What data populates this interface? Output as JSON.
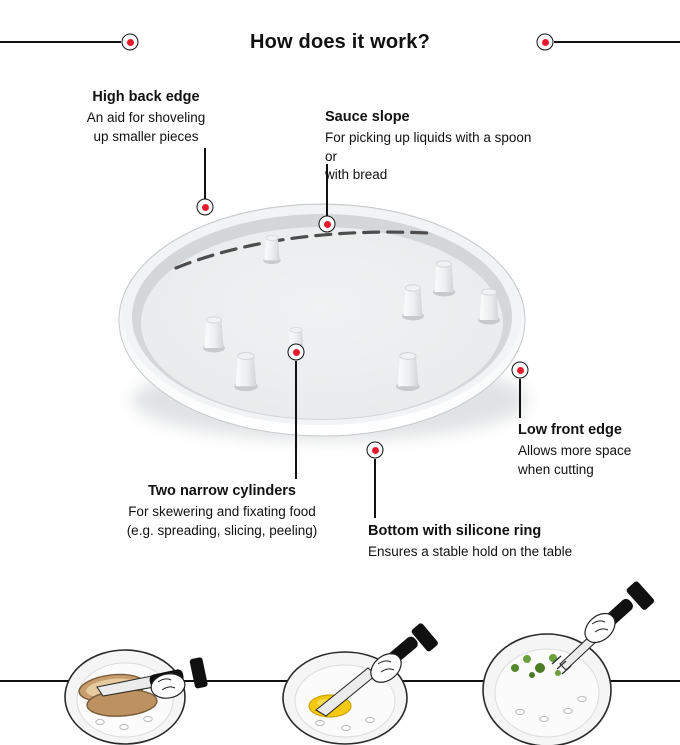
{
  "title": "How does it work?",
  "colors": {
    "accent_red": "#e8192d",
    "line_black": "#111111",
    "plate_gray": "#e9ebec"
  },
  "callouts": {
    "high_back_edge": {
      "label": "High back edge",
      "desc_line1": "An aid for shoveling",
      "desc_line2": "up smaller pieces"
    },
    "sauce_slope": {
      "label": "Sauce slope",
      "desc_line1": "For picking up liquids with a spoon or",
      "desc_line2": "with bread"
    },
    "low_front_edge": {
      "label": "Low front edge",
      "desc_line1": "Allows more space",
      "desc_line2": "when cutting"
    },
    "two_narrow_cylinders": {
      "label": "Two narrow cylinders",
      "desc_line1": "For skewering and fixating food",
      "desc_line2": "(e.g. spreading, slicing, peeling)"
    },
    "bottom_silicone_ring": {
      "label": "Bottom with silicone ring",
      "desc_line1": "Ensures a stable hold on the table"
    }
  },
  "illustrations": [
    {
      "name": "plate-with-bread-and-knife-icon"
    },
    {
      "name": "plate-with-butter-and-knife-icon"
    },
    {
      "name": "plate-with-peas-and-fork-icon"
    }
  ]
}
